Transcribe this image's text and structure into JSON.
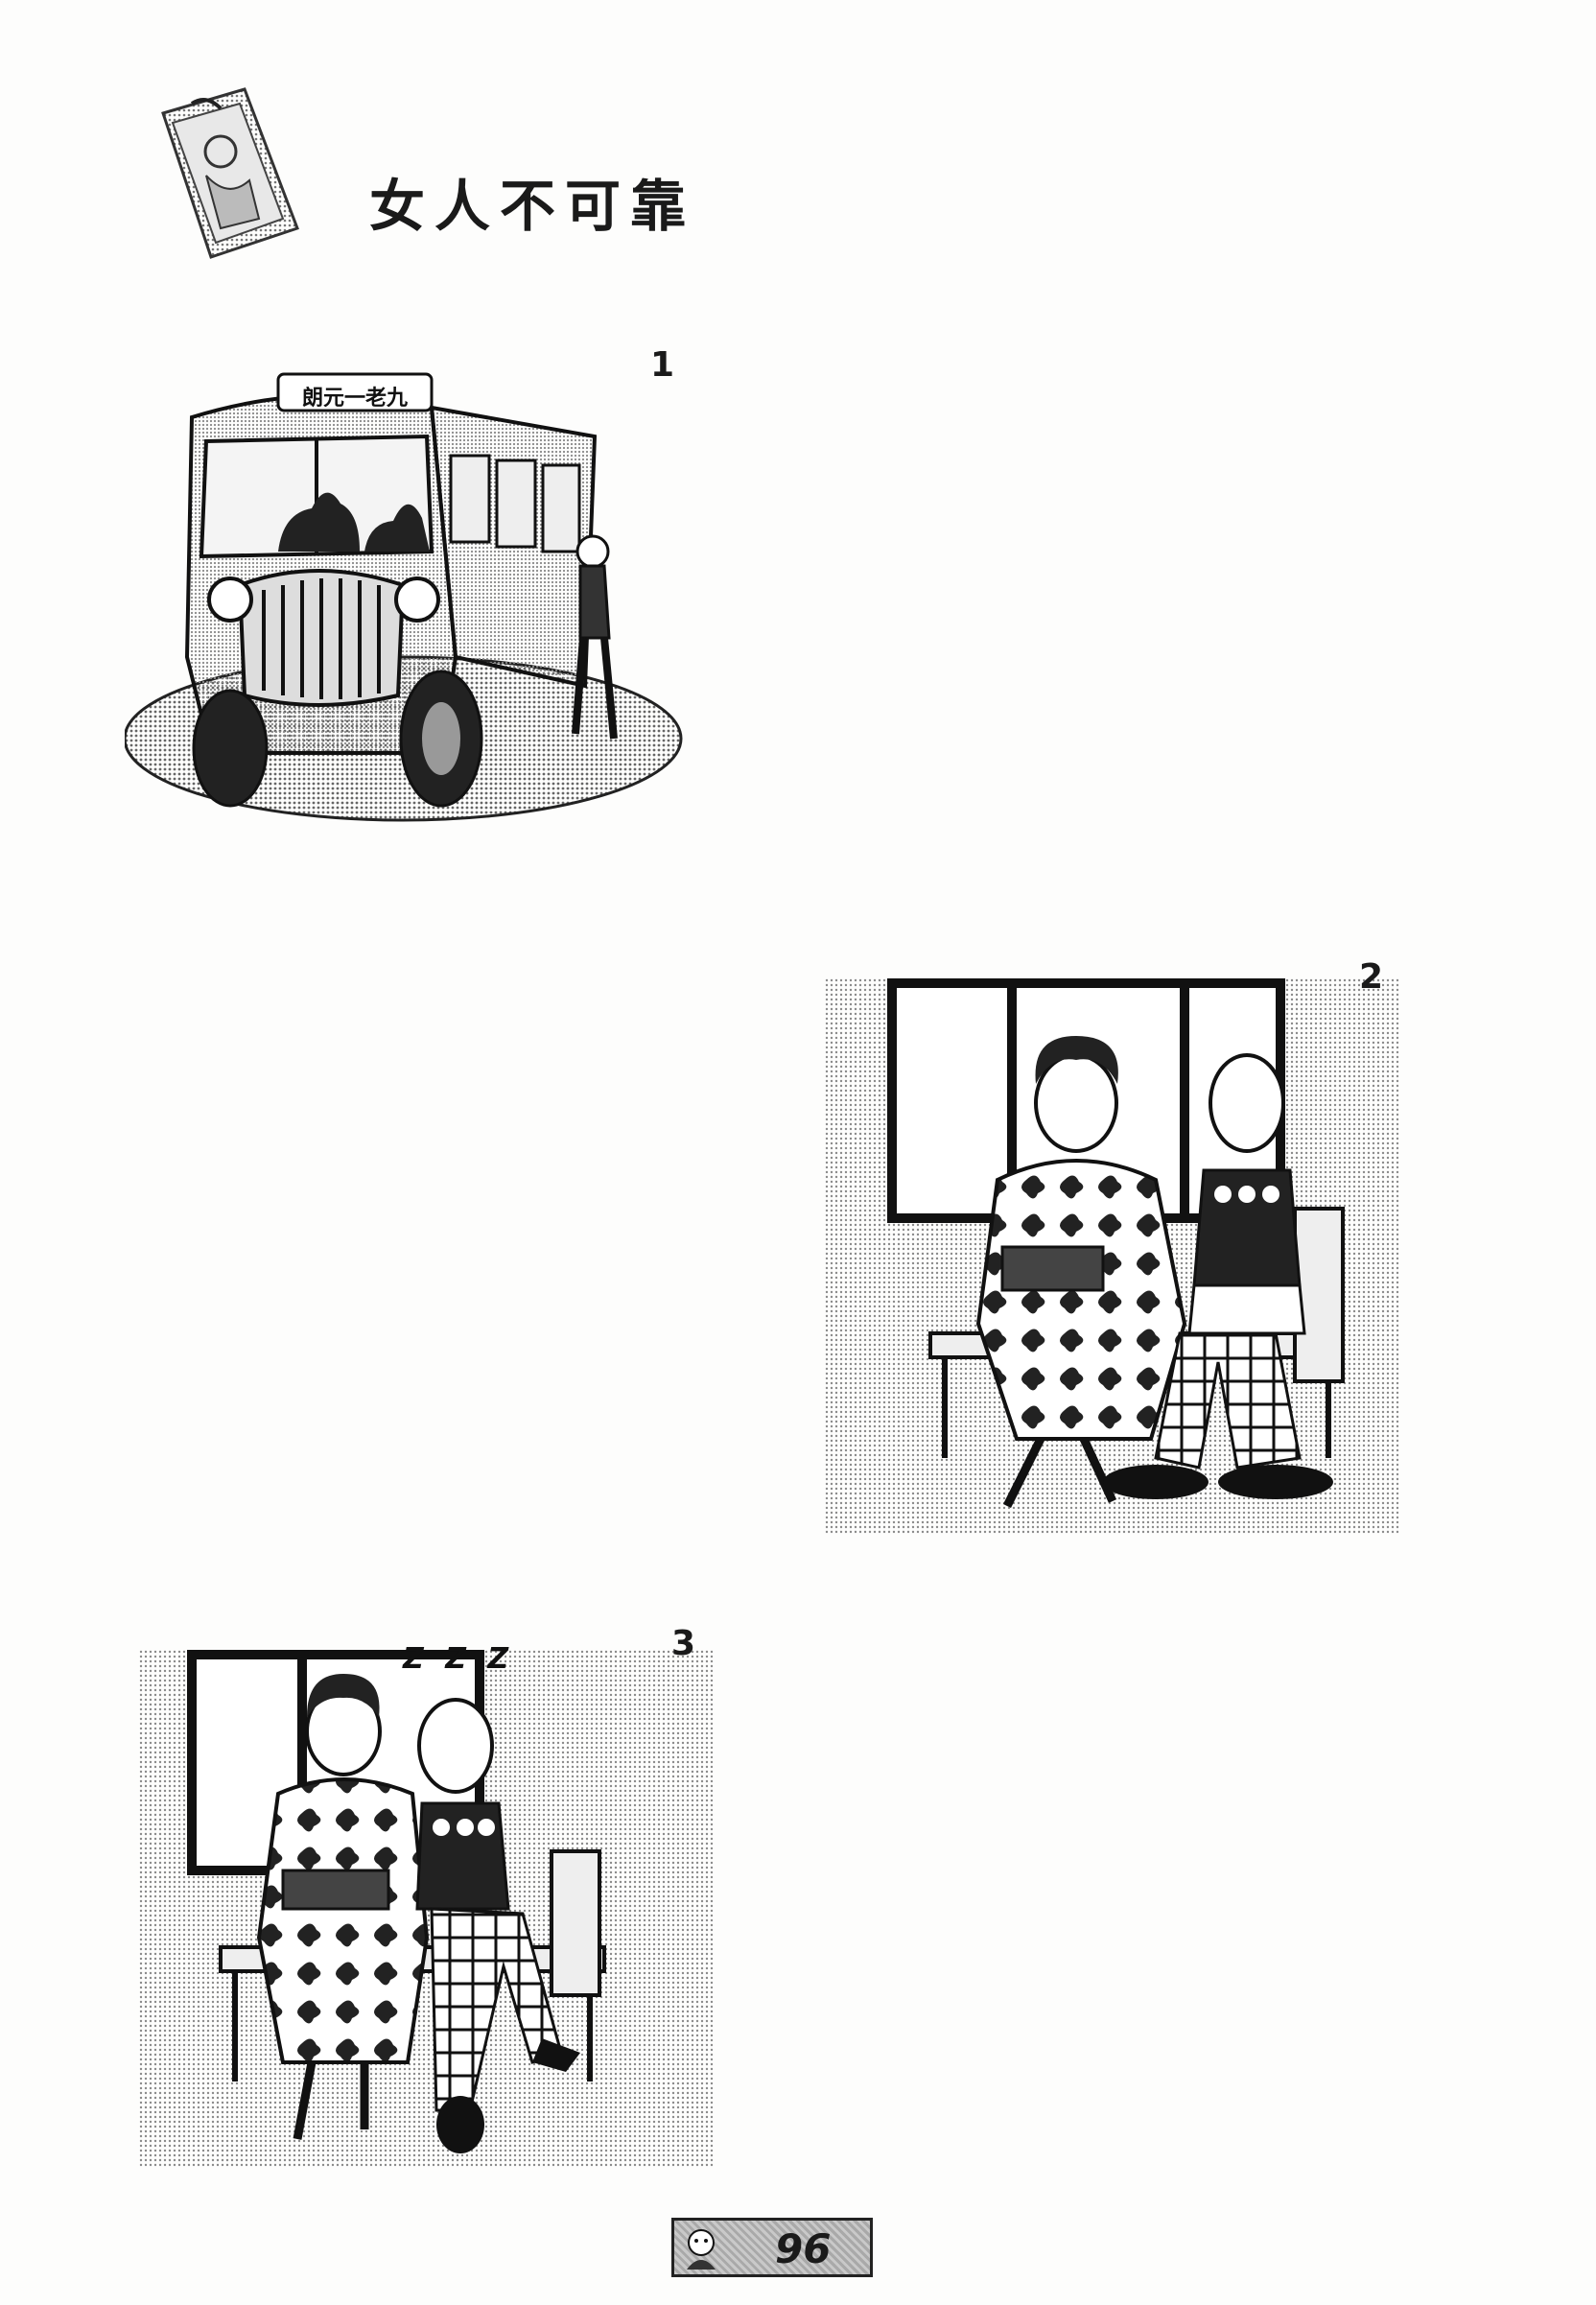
{
  "title": "女人不可靠",
  "panels": [
    {
      "number": "1",
      "bus_sign": "朗元一老九"
    },
    {
      "number": "2"
    },
    {
      "number": "3",
      "sleep_text": "Z Z Z"
    }
  ],
  "page_number": "96"
}
